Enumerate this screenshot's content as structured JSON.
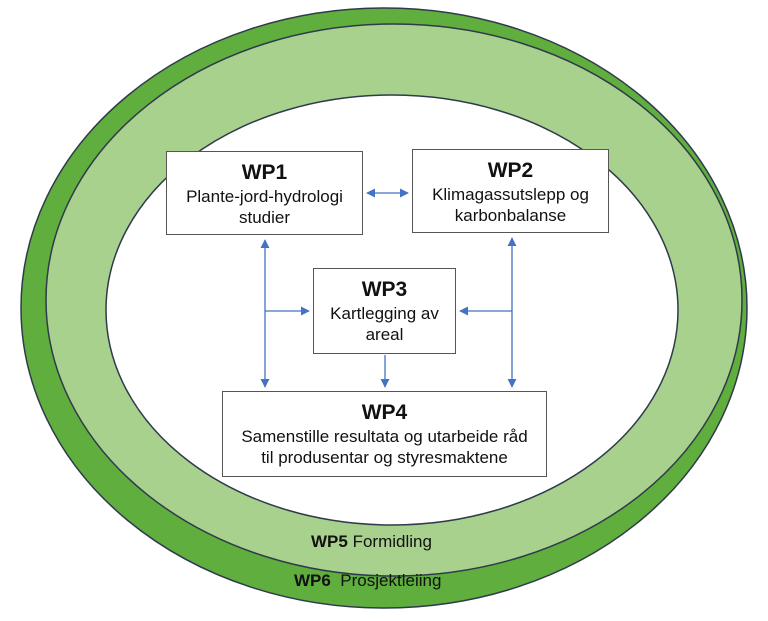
{
  "wp1": {
    "title": "WP1",
    "desc_line1": "Plante-jord-hydrologi",
    "desc_line2": "studier"
  },
  "wp2": {
    "title": "WP2",
    "desc_line1": "Klimagassutslepp og",
    "desc_line2": "karbonbalanse"
  },
  "wp3": {
    "title": "WP3",
    "desc_line1": "Kartlegging av",
    "desc_line2": "areal"
  },
  "wp4": {
    "title": "WP4",
    "desc_line1": "Samenstille resultata og utarbeide råd",
    "desc_line2": "til produsentar og styresmaktene"
  },
  "wp5": {
    "title": "WP5",
    "label": "Formidling"
  },
  "wp6": {
    "title": "WP6",
    "label": "Prosjektleiing"
  },
  "colors": {
    "outer_ring": "#5fae3e",
    "inner_ring": "#a9d18e",
    "ring_stroke": "#2f3b4a",
    "arrow": "#4472c4"
  }
}
